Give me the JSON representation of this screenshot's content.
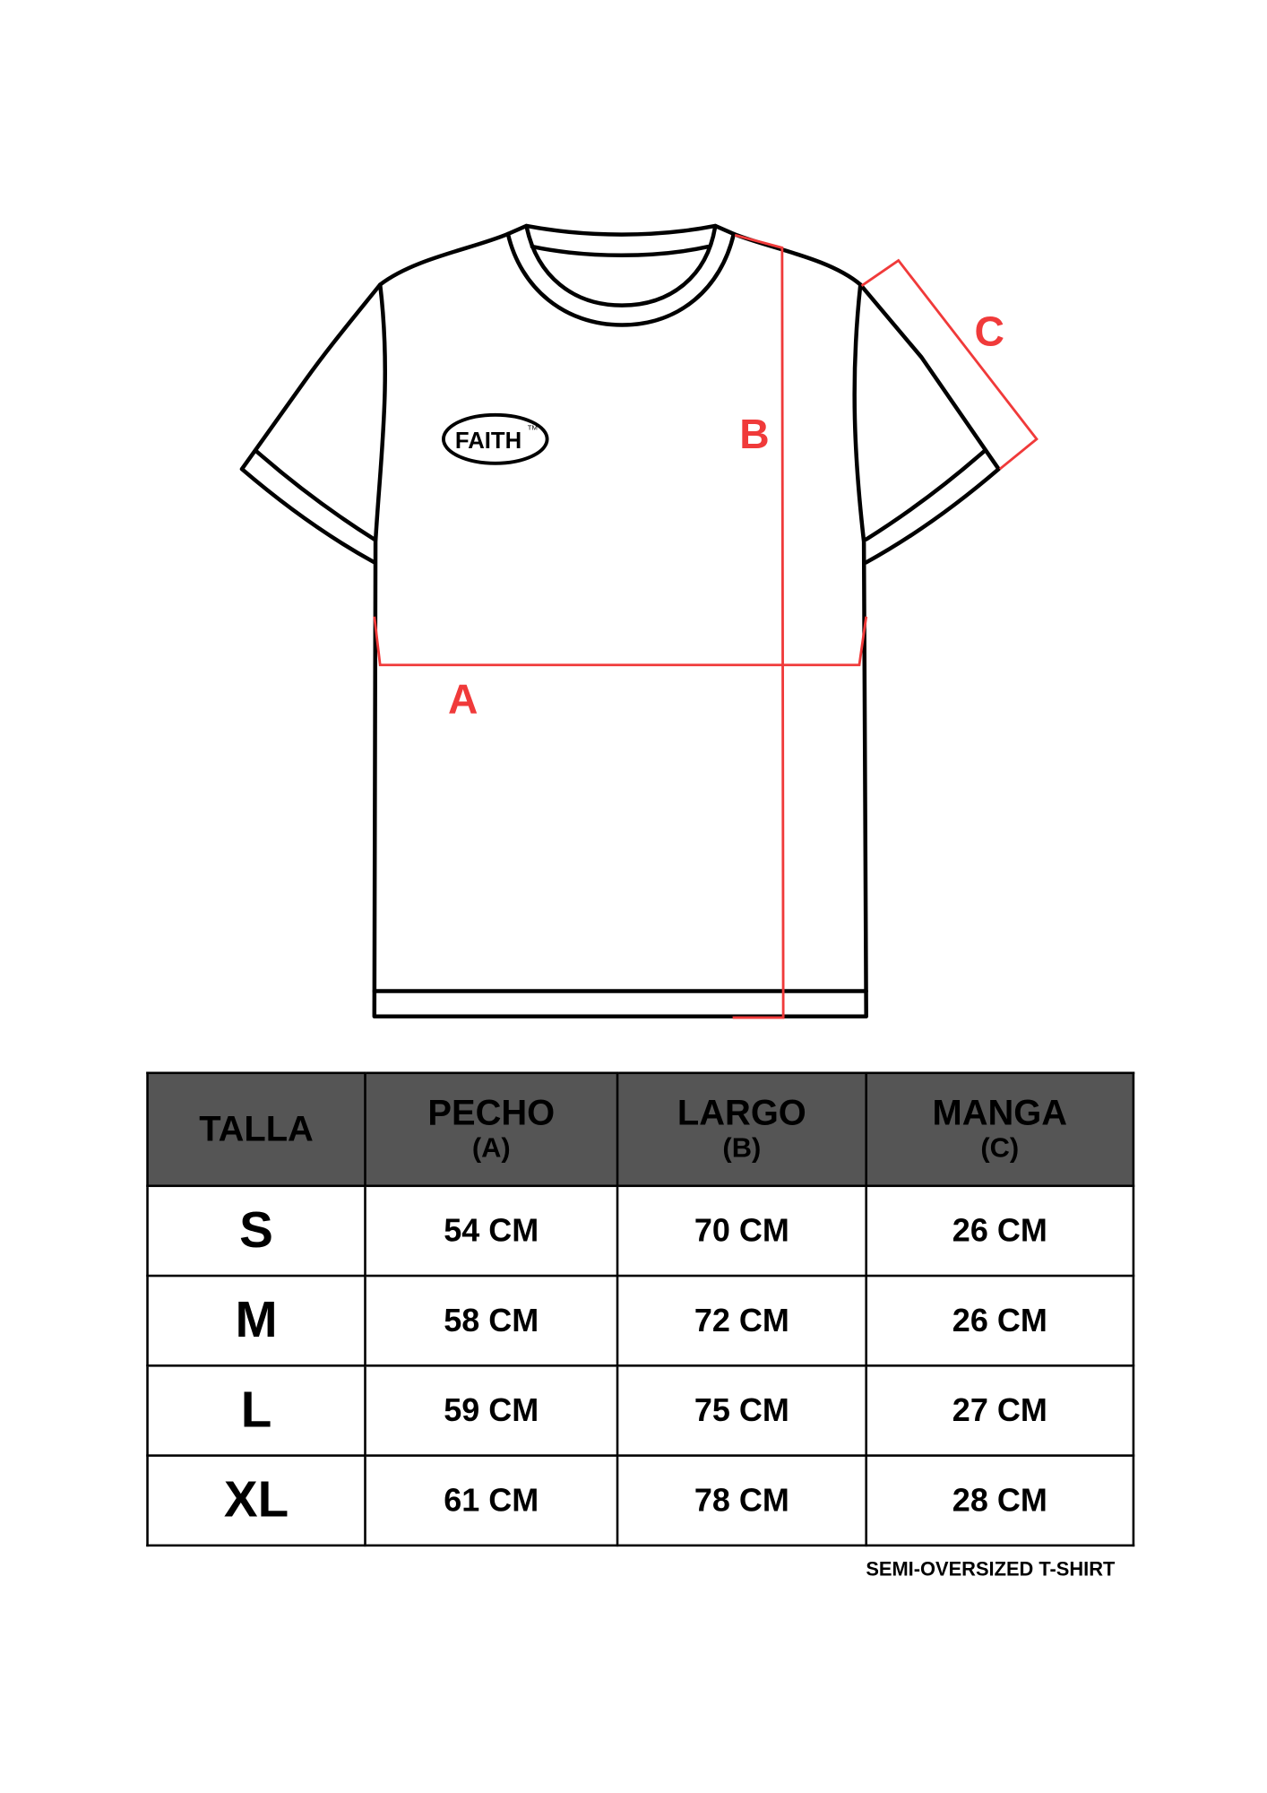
{
  "logo": {
    "text": "FAITH",
    "mark": "TM"
  },
  "diagram_labels": {
    "a": "A",
    "b": "B",
    "c": "C"
  },
  "accent_color": "#f03a3a",
  "table": {
    "headers": [
      {
        "title": "TALLA",
        "sub": ""
      },
      {
        "title": "PECHO",
        "sub": "(A)"
      },
      {
        "title": "LARGO",
        "sub": "(B)"
      },
      {
        "title": "MANGA",
        "sub": "(C)"
      }
    ],
    "rows": [
      [
        "S",
        "54 CM",
        "70 CM",
        "26 CM"
      ],
      [
        "M",
        "58 CM",
        "72 CM",
        "26 CM"
      ],
      [
        "L",
        "59 CM",
        "75 CM",
        "27 CM"
      ],
      [
        "XL",
        "61 CM",
        "78 CM",
        "28 CM"
      ]
    ]
  },
  "footer": "SEMI-OVERSIZED T-SHIRT"
}
